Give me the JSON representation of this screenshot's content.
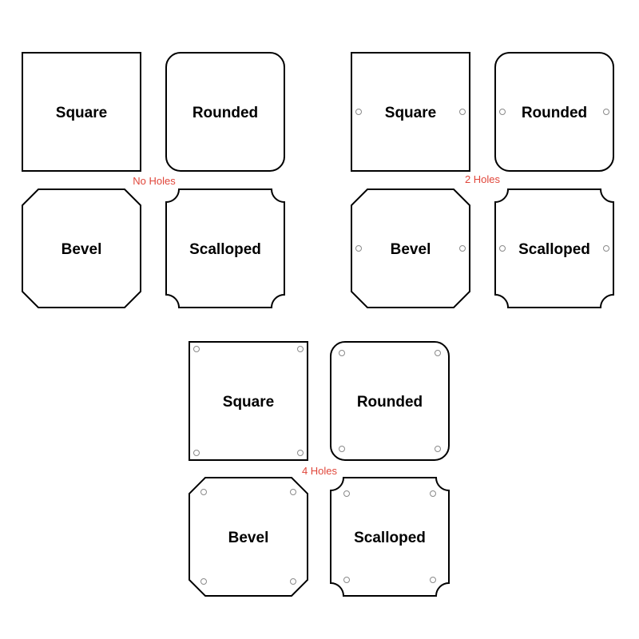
{
  "colors": {
    "outline": "#000000",
    "hole_outline": "#8a8a8a",
    "group_label": "#e0463a",
    "background": "#ffffff"
  },
  "groups": [
    {
      "label": "No Holes",
      "holes": 0,
      "shapes": [
        {
          "style": "square",
          "label": "Square"
        },
        {
          "style": "rounded",
          "label": "Rounded"
        },
        {
          "style": "bevel",
          "label": "Bevel"
        },
        {
          "style": "scalloped",
          "label": "Scalloped"
        }
      ]
    },
    {
      "label": "2 Holes",
      "holes": 2,
      "shapes": [
        {
          "style": "square",
          "label": "Square"
        },
        {
          "style": "rounded",
          "label": "Rounded"
        },
        {
          "style": "bevel",
          "label": "Bevel"
        },
        {
          "style": "scalloped",
          "label": "Scalloped"
        }
      ]
    },
    {
      "label": "4 Holes",
      "holes": 4,
      "shapes": [
        {
          "style": "square",
          "label": "Square"
        },
        {
          "style": "rounded",
          "label": "Rounded"
        },
        {
          "style": "bevel",
          "label": "Bevel"
        },
        {
          "style": "scalloped",
          "label": "Scalloped"
        }
      ]
    }
  ]
}
